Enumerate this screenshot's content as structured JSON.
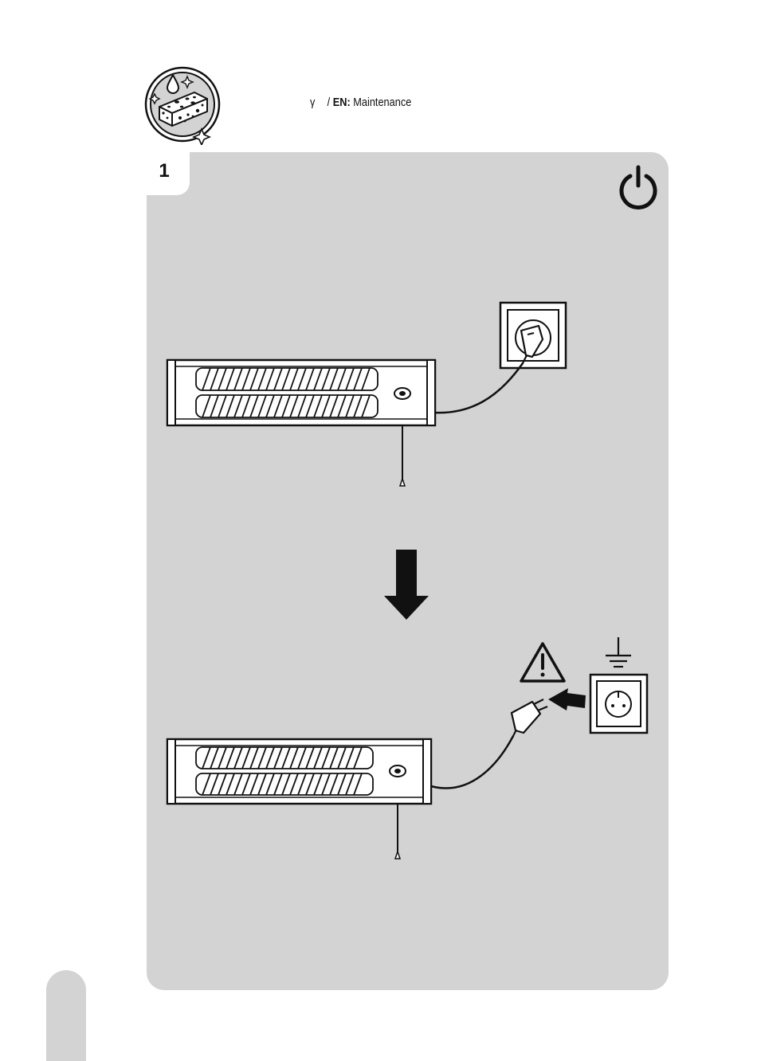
{
  "header": {
    "title_prefix": "γ",
    "title_separator": "/",
    "title_lang": "EN:",
    "title_text": "Maintenance",
    "icon": "cleaning-sponge-icon"
  },
  "step": {
    "number": "1",
    "icon": "power-icon"
  },
  "illustration": {
    "top": "heater-plugged-in",
    "arrow": "arrow-down-icon",
    "bottom": "heater-unplugged",
    "warning": "warning-icon",
    "ground": "ground-symbol-icon"
  },
  "colors": {
    "panel": "#d3d3d3",
    "ink": "#111111"
  }
}
